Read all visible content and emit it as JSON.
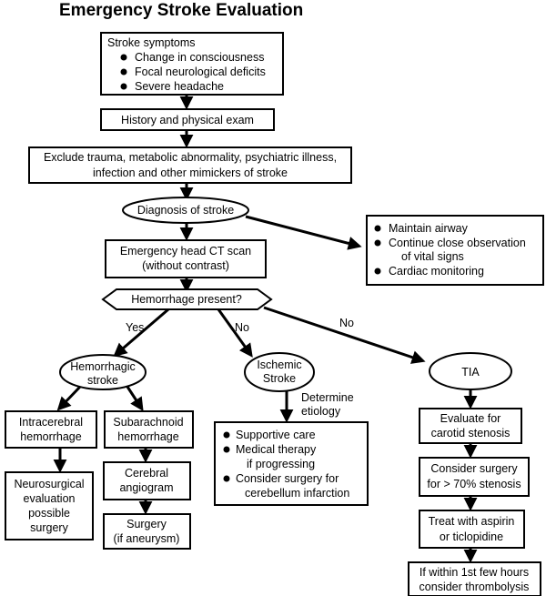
{
  "title": "Emergency Stroke Evaluation",
  "symptoms": {
    "heading": "Stroke symptoms",
    "items": [
      "Change in consciousness",
      "Focal neurological deficits",
      "Severe headache"
    ]
  },
  "history": "History and physical exam",
  "exclude": {
    "line1": "Exclude trauma, metabolic abnormality, psychiatric illness,",
    "line2": "infection and other mimickers of stroke"
  },
  "diagnosis": "Diagnosis of stroke",
  "supportive_airway": {
    "items": [
      "Maintain airway",
      "Continue close observation",
      "Cardiac monitoring"
    ],
    "continuation": "of vital signs"
  },
  "ct_scan": {
    "line1": "Emergency head CT scan",
    "line2": "(without contrast)"
  },
  "hemorrhage_present": "Hemorrhage present?",
  "edge_labels": {
    "yes": "Yes",
    "no_ischemic": "No",
    "no_tia": "No"
  },
  "hemorrhagic_stroke": {
    "line1": "Hemorrhagic",
    "line2": "stroke"
  },
  "ischemic_stroke": {
    "line1": "Ischemic",
    "line2": "Stroke"
  },
  "tia": "TIA",
  "determine_etiology": {
    "line1": "Determine",
    "line2": "etiology"
  },
  "intracerebral": {
    "line1": "Intracerebral",
    "line2": "hemorrhage"
  },
  "neurosurgical": {
    "line1": "Neurosurgical",
    "line2": "evaluation",
    "line3": "possible",
    "line4": "surgery"
  },
  "subarachnoid": {
    "line1": "Subarachnoid",
    "line2": "hemorrhage"
  },
  "angiogram": {
    "line1": "Cerebral",
    "line2": "angiogram"
  },
  "surgery_aneurysm": {
    "line1": "Surgery",
    "line2": "(if aneurysm)"
  },
  "ischemic_care": {
    "item1": "Supportive care",
    "item2": "Medical therapy",
    "item2b": "if progressing",
    "item3": "Consider surgery for",
    "item3b": "cerebellum infarction"
  },
  "carotid": {
    "line1": "Evaluate for",
    "line2": "carotid stenosis"
  },
  "consider_surgery": {
    "line1": "Consider surgery",
    "line2": "for > 70% stenosis"
  },
  "aspirin": {
    "line1": "Treat with aspirin",
    "line2": "or ticlopidine"
  },
  "thrombolysis": {
    "line1": "If within 1st few hours",
    "line2": "consider thrombolysis"
  }
}
